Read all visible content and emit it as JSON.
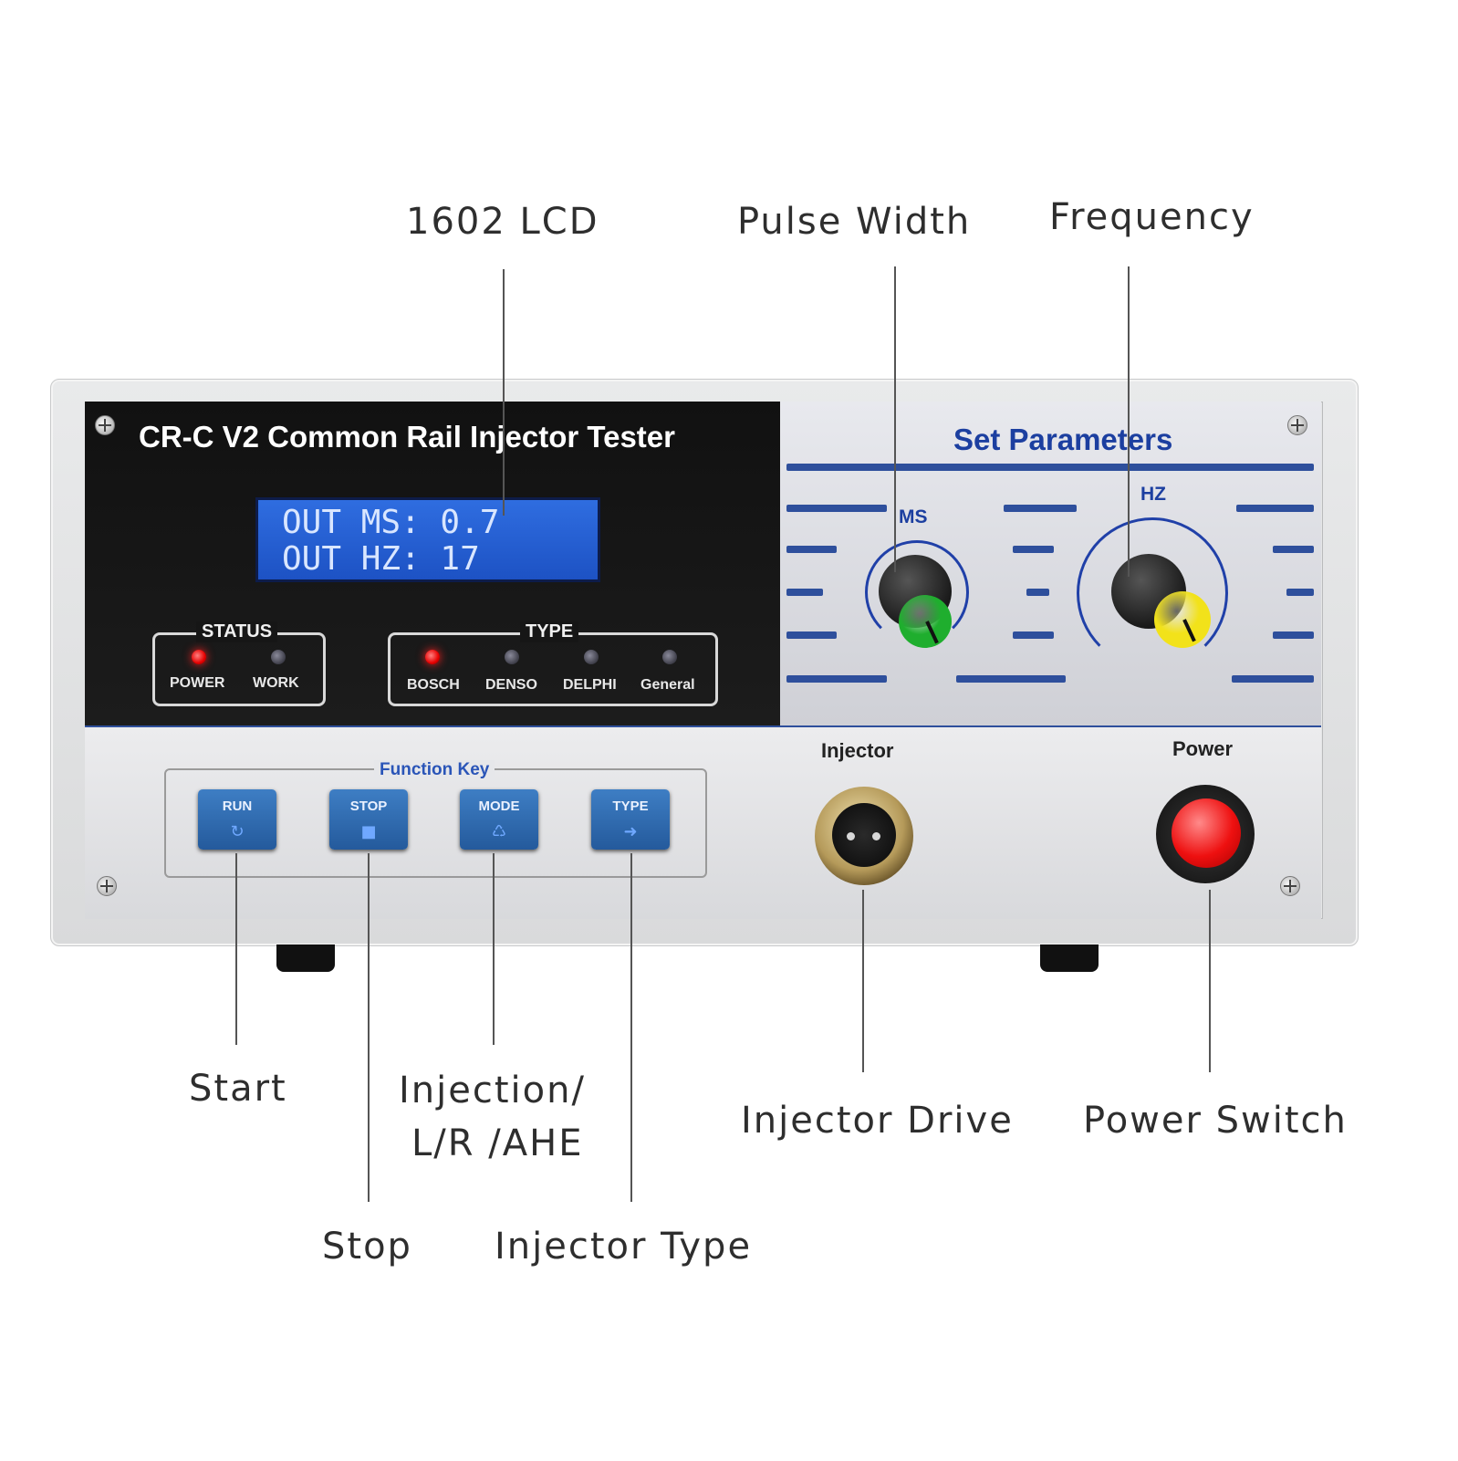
{
  "callouts": {
    "lcd": "1602  LCD",
    "pulse_width": "Pulse Width",
    "frequency": "Frequency",
    "start": "Start",
    "stop": "Stop",
    "injection_line1": "Injection/",
    "injection_line2": "L/R /AHE",
    "injector_type": "Injector Type",
    "injector_drive": "Injector Drive",
    "power_switch": "Power Switch"
  },
  "device": {
    "title": "CR-C V2 Common Rail Injector Tester",
    "lcd": {
      "line1": "OUT MS: 0.7",
      "line2": "OUT HZ: 17"
    },
    "status": {
      "title": "STATUS",
      "leds": [
        {
          "label": "POWER",
          "on": true
        },
        {
          "label": "WORK",
          "on": false
        }
      ]
    },
    "type": {
      "title": "TYPE",
      "leds": [
        {
          "label": "BOSCH",
          "on": true
        },
        {
          "label": "DENSO",
          "on": false
        },
        {
          "label": "DELPHI",
          "on": false
        },
        {
          "label": "General",
          "on": false
        }
      ]
    },
    "set_parameters": {
      "title": "Set Parameters",
      "ms_label": "MS",
      "hz_label": "HZ",
      "ms_knob_color": "#1fae2e",
      "hz_knob_color": "#f2e21a"
    },
    "function_key": {
      "title": "Function Key",
      "keys": [
        {
          "label": "RUN",
          "icon": "run-icon",
          "glyph": "↻"
        },
        {
          "label": "STOP",
          "icon": "stop-icon",
          "glyph": "■"
        },
        {
          "label": "MODE",
          "icon": "mode-icon",
          "glyph": "♺"
        },
        {
          "label": "TYPE",
          "icon": "arrow-right-icon",
          "glyph": "➜"
        }
      ]
    },
    "injector_label": "Injector",
    "power_label": "Power"
  },
  "colors": {
    "accent_blue": "#1c3fa0",
    "lcd_blue": "#2f6de0",
    "led_red": "#e60000",
    "power_red": "#ee1010"
  }
}
